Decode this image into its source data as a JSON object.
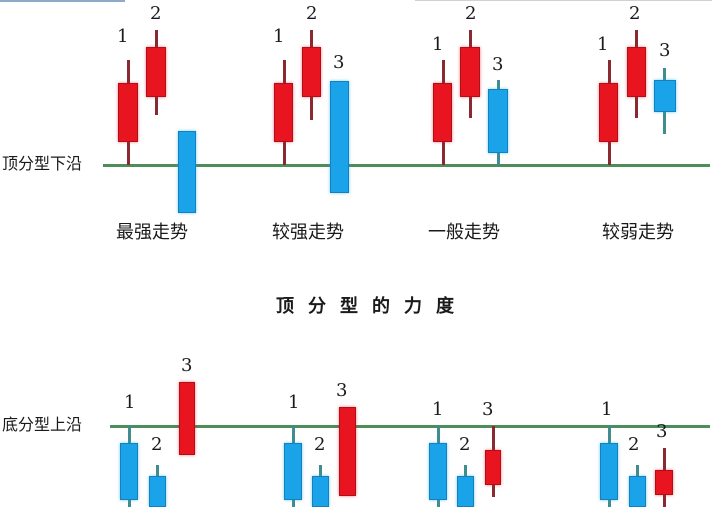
{
  "colors": {
    "bullish_red": "#e8141f",
    "bearish_blue": "#1aa3e8",
    "reference_line_green": "#4e8c5a",
    "text": "#1a1a1a"
  },
  "top_panel": {
    "reference_label": "顶分型下沿",
    "title": "顶分型的力度",
    "groups": [
      {
        "label": "最强走势",
        "candle_labels": [
          "1",
          "2",
          ""
        ]
      },
      {
        "label": "较强走势",
        "candle_labels": [
          "1",
          "2",
          "3"
        ]
      },
      {
        "label": "一般走势",
        "candle_labels": [
          "1",
          "2",
          "3"
        ]
      },
      {
        "label": "较弱走势",
        "candle_labels": [
          "1",
          "2",
          "3"
        ]
      }
    ]
  },
  "bottom_panel": {
    "reference_label": "底分型上沿",
    "groups": [
      {
        "candle_labels": [
          "1",
          "2",
          "3"
        ]
      },
      {
        "candle_labels": [
          "1",
          "2",
          "3"
        ]
      },
      {
        "candle_labels": [
          "1",
          "2",
          "3"
        ]
      },
      {
        "candle_labels": [
          "1",
          "2",
          "3"
        ]
      }
    ]
  }
}
